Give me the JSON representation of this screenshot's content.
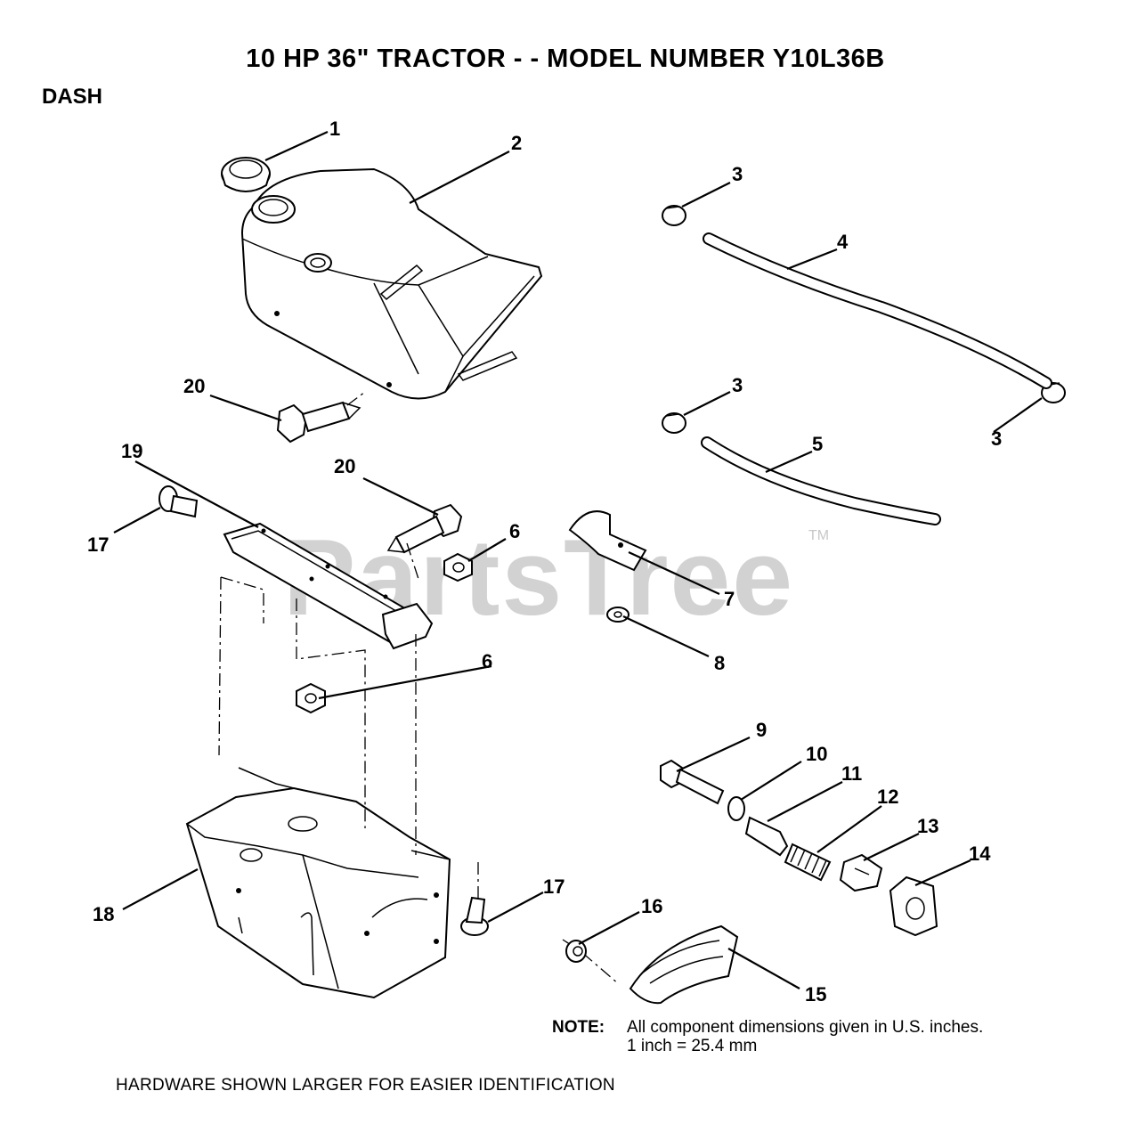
{
  "header": {
    "title": "10 HP 36\" TRACTOR - - MODEL NUMBER Y10L36B",
    "section": "DASH"
  },
  "watermark": {
    "text": "PartsTree",
    "trademark": "TM"
  },
  "callouts": {
    "c1": "1",
    "c2": "2",
    "c3a": "3",
    "c3b": "3",
    "c3c": "3",
    "c4": "4",
    "c5": "5",
    "c6a": "6",
    "c6b": "6",
    "c7": "7",
    "c8": "8",
    "c9": "9",
    "c10": "10",
    "c11": "11",
    "c12": "12",
    "c13": "13",
    "c14": "14",
    "c15": "15",
    "c16": "16",
    "c17a": "17",
    "c17b": "17",
    "c18": "18",
    "c19": "19",
    "c20a": "20",
    "c20b": "20"
  },
  "note": {
    "label": "NOTE:",
    "line1": "All component dimensions given in U.S. inches.",
    "line2": "1 inch = 25.4 mm"
  },
  "footer": "HARDWARE SHOWN LARGER FOR EASIER IDENTIFICATION"
}
